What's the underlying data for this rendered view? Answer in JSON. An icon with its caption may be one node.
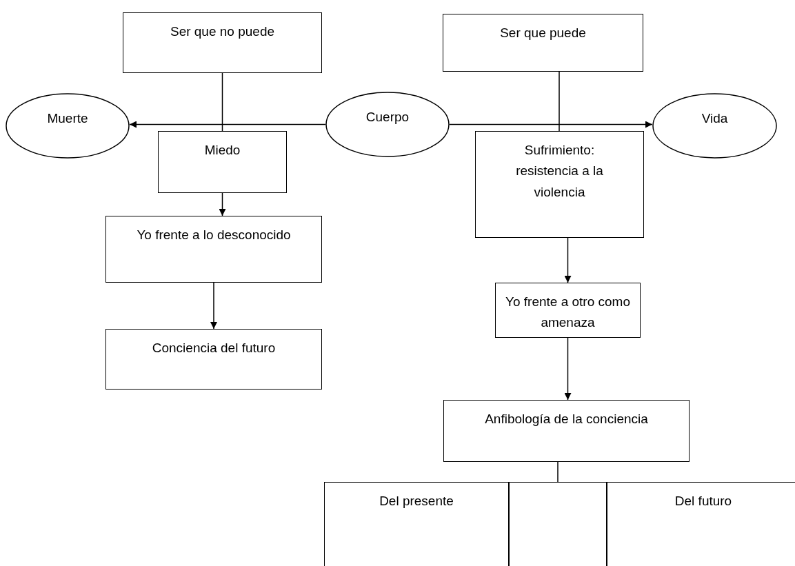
{
  "diagram": {
    "nodes": [
      {
        "text": [
          "Ser que no puede"
        ]
      },
      {
        "text": [
          "Ser que puede"
        ]
      },
      {
        "text": [
          "Muerte"
        ]
      },
      {
        "text": [
          "Cuerpo"
        ]
      },
      {
        "text": [
          "Vida"
        ]
      },
      {
        "text": [
          "Miedo"
        ]
      },
      {
        "text": [
          "Sufrimiento: resistencia a la violencia"
        ]
      },
      {
        "text": [
          "Yo frente a lo desconocido"
        ]
      },
      {
        "text": [
          "Yo frente a otro como amenaza"
        ]
      },
      {
        "text": [
          "Conciencia del futuro"
        ]
      },
      {
        "text": [
          "Anfibología de la conciencia"
        ]
      },
      {
        "text": [
          "Del presente"
        ]
      },
      {
        "text": [],
        "shape": "box"
      },
      {
        "text": [
          "Del futuro"
        ]
      }
    ],
    "edges": [
      {
        "from": 3,
        "to": 2,
        "arrow": "to"
      },
      {
        "from": 3,
        "to": 4,
        "arrow": "to"
      },
      {
        "from": 0,
        "to": 5,
        "arrow": "none"
      },
      {
        "from": 1,
        "to": 6,
        "arrow": "none"
      },
      {
        "from": 5,
        "to": 7,
        "arrow": "to"
      },
      {
        "from": 7,
        "to": 9,
        "arrow": "to"
      },
      {
        "from": 6,
        "to": 8,
        "arrow": "to"
      },
      {
        "from": 8,
        "to": 10,
        "arrow": "to"
      },
      {
        "from": 10,
        "to": 12,
        "arrow": "none"
      }
    ]
  }
}
